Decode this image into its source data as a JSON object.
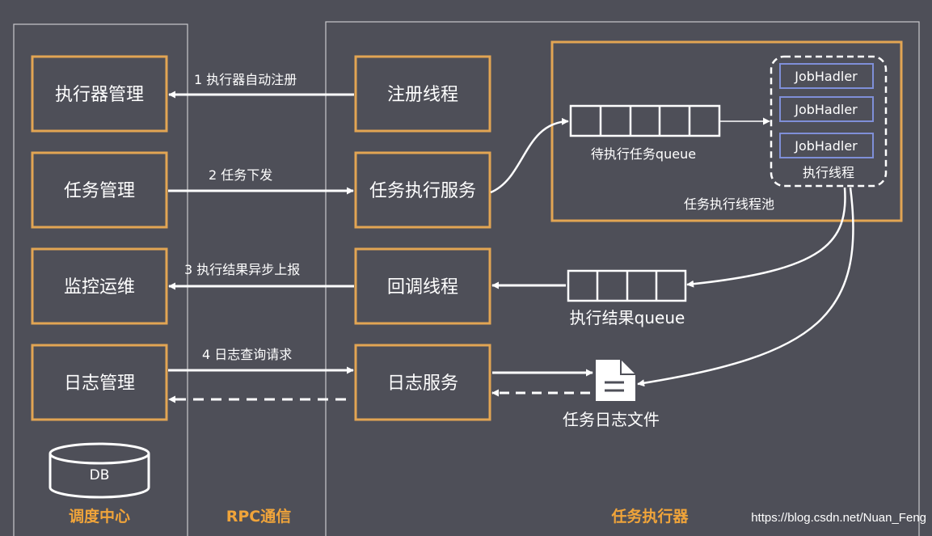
{
  "colors": {
    "background": "#4e4f58",
    "box_border": "#e2a553",
    "accent_label": "#f0a43a",
    "jobhandler_border": "#7f8fd8",
    "line": "#ffffff"
  },
  "left_panel": {
    "title": "调度中心",
    "boxes": [
      "执行器管理",
      "任务管理",
      "监控运维",
      "日志管理"
    ],
    "db_label": "DB"
  },
  "middle": {
    "title": "RPC通信",
    "arrows": [
      "1 执行器自动注册",
      "2 任务下发",
      "3 执行结果异步上报",
      "4 日志查询请求"
    ]
  },
  "right_panel": {
    "title": "任务执行器",
    "boxes": [
      "注册线程",
      "任务执行服务",
      "回调线程",
      "日志服务"
    ],
    "thread_pool": {
      "label": "任务执行线程池",
      "queue_label": "待执行任务queue",
      "executor": {
        "label": "执行线程",
        "handlers": [
          "JobHadler",
          "JobHadler",
          "JobHadler"
        ]
      }
    },
    "result_queue_label": "执行结果queue",
    "log_file_label": "任务日志文件"
  },
  "watermark": "https://blog.csdn.net/Nuan_Feng"
}
